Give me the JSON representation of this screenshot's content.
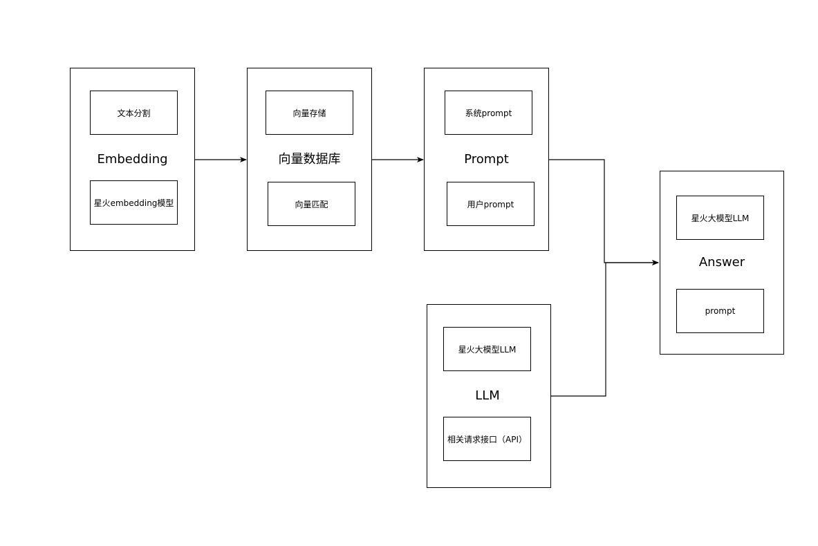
{
  "nodes": {
    "embedding": {
      "title": "Embedding",
      "item1": "文本分割",
      "item2": "星火embedding模型"
    },
    "vectordb": {
      "title": "向量数据库",
      "item1": "向量存储",
      "item2": "向量匹配"
    },
    "prompt": {
      "title": "Prompt",
      "item1": "系统prompt",
      "item2": "用户prompt"
    },
    "llm": {
      "title": "LLM",
      "item1": "星火大模型LLM",
      "item2": "相关请求接口（API）"
    },
    "answer": {
      "title": "Answer",
      "item1": "星火大模型LLM",
      "item2": "prompt"
    }
  }
}
